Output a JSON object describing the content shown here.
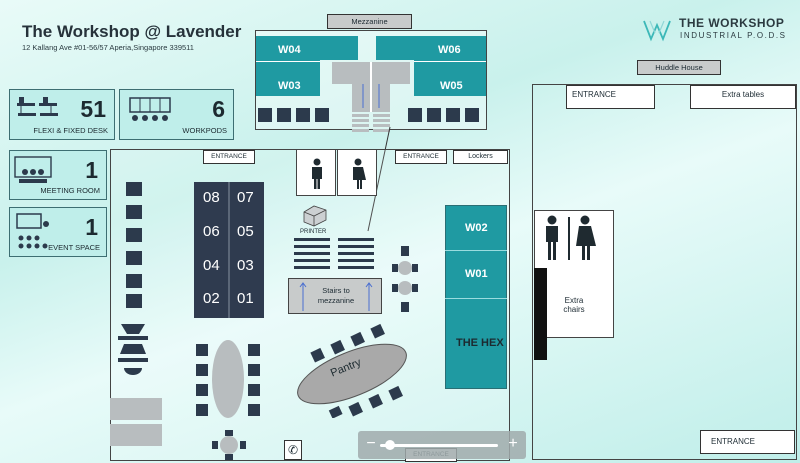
{
  "header": {
    "title": "The Workshop @ Lavender",
    "address": "12 Kallang Ave #01-56/57 Aperia,Singapore 339511"
  },
  "logo": {
    "main": "THE WORKSHOP",
    "sub": "INDUSTRIAL P.O.D.S"
  },
  "stats": [
    {
      "value": "51",
      "label": "FLEXI & FIXED DESK",
      "icon": "desk-icon"
    },
    {
      "value": "6",
      "label": "WORKPODS",
      "icon": "workpod-icon"
    },
    {
      "value": "1",
      "label": "MEETING ROOM",
      "icon": "meeting-room-icon"
    },
    {
      "value": "1",
      "label": "EVENT SPACE",
      "icon": "event-space-icon"
    }
  ],
  "mezzanine": {
    "label": "Mezzanine",
    "pods": [
      "W04",
      "W06",
      "W03",
      "W05"
    ]
  },
  "huddle_house": {
    "label": "Huddle House",
    "entrance": "ENTRANCE",
    "extra_tables": "Extra tables",
    "extra_chairs": "Extra chairs",
    "bottom_entrance": "ENTRANCE"
  },
  "ground_floor": {
    "entrance_top": "ENTRANCE",
    "entrance_mid": "ENTRANCE",
    "lockers": "Lockers",
    "entrance_bottom": "ENTRANCE",
    "printer": "PRINTER",
    "stairs": "Stairs to mezzanine",
    "pantry": "Pantry",
    "hex": "THE HEX",
    "pods": [
      "W02",
      "W01"
    ],
    "desks": [
      "08",
      "07",
      "06",
      "05",
      "04",
      "03",
      "02",
      "01"
    ]
  },
  "colors": {
    "teal": "#1f9aa2",
    "dark": "#2f3b4f",
    "stat_bg": "#bfeeea"
  },
  "zoom": {
    "minus": "−",
    "plus": "+",
    "level": 0.05
  }
}
